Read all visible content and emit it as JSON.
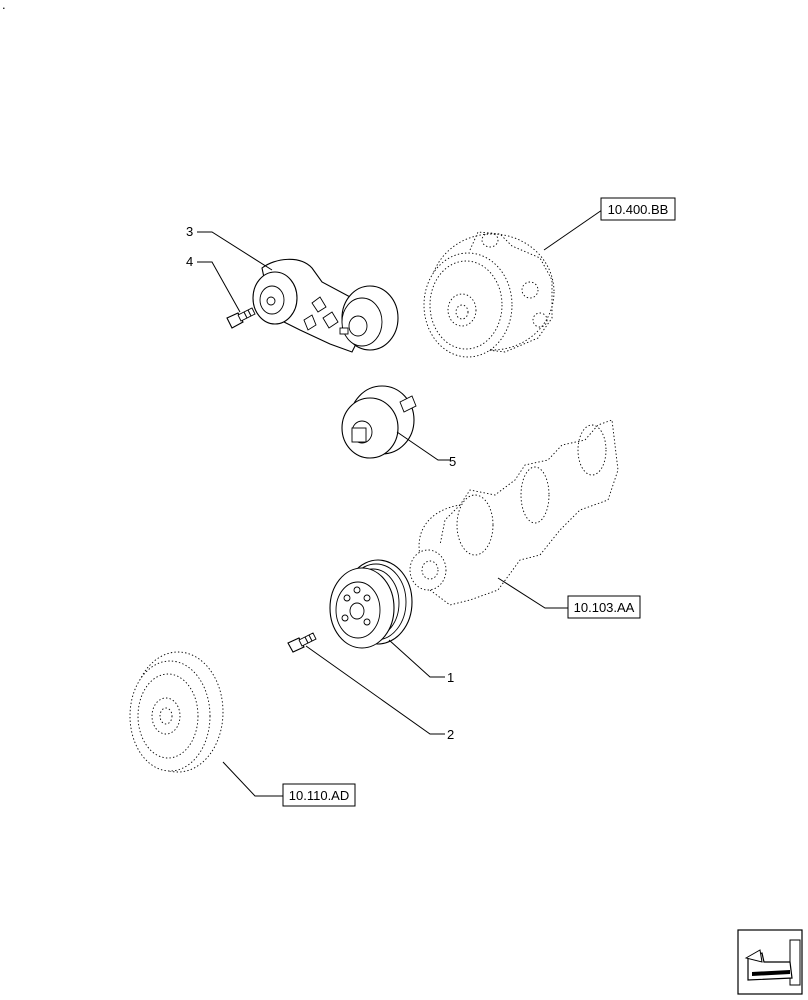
{
  "corner_mark": ".",
  "callouts": {
    "part_1": "1",
    "part_2": "2",
    "part_3": "3",
    "part_4": "4",
    "part_5": "5"
  },
  "references": {
    "water_pump": "10.400.BB",
    "crankshaft": "10.103.AA",
    "damper": "10.110.AD"
  },
  "icons": {
    "navigation": "arrow-nav-icon"
  }
}
